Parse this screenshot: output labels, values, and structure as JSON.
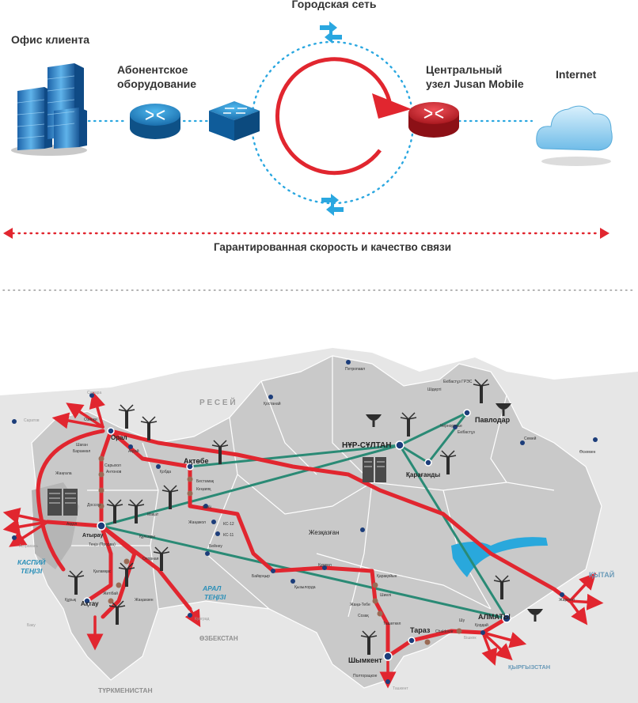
{
  "top": {
    "city_network": "Городская сеть",
    "client_office": "Офис клиента",
    "subscriber_eq_1": "Абонентское",
    "subscriber_eq_2": "оборудование",
    "central_node_1": "Центральный",
    "central_node_2": "узел  Jusan Mobile",
    "internet": "Internet",
    "guarantee": "Гарантированная скорость и качество связи"
  },
  "colors": {
    "red": "#e1262f",
    "teal": "#2a8a75",
    "blue": "#2aa7e0",
    "map_fill": "#c9c9c9",
    "map_dark": "#9e9e9e",
    "neighbor": "#e2e2e2"
  },
  "map": {
    "countries": {
      "russia": "Р Е С Е Й",
      "china": "ҚЫТАЙ",
      "kyrgyzstan": "ҚЫРҒЫЗСТАН",
      "uzbekistan": "ӨЗБЕКСТАН",
      "turkmenistan": "ТҮРКМЕНИСТАН"
    },
    "seas": {
      "caspian_1": "КАСПИЙ",
      "caspian_2": "ТЕҢІЗІ",
      "aral_1": "АРАЛ",
      "aral_2": "ТЕҢІЗІ"
    },
    "major_cities": {
      "nur_sultan": "НҰР-СҰЛТАН",
      "almaty": "АЛМАТЫ",
      "shymkent": "Шымкент",
      "taraz": "Тараз",
      "aktobe": "Ақтөбе",
      "atyrau": "Атырау",
      "aktau": "Ақтау",
      "oral": "Орал",
      "pavlodar": "Павлодар",
      "karaganda": "Қарағанды",
      "zhezkazgan": "Жезқазған"
    },
    "cities": {
      "petropavl": "Петропавл",
      "kostanai": "Қостанай",
      "semey": "Семей",
      "oskemen": "Өскемен",
      "samara": "Самара",
      "saratov": "Саратов",
      "astrakhan": "Астрахань",
      "baku": "Баку",
      "tashkent": "Ташкент",
      "bishkek": "Бішкек",
      "kungrad": "Кунград",
      "ozinki": "Озинки",
      "shagan": "Шаған",
      "barankol": "Баранкөл",
      "saryhol": "Сарыхол",
      "antonovo": "Антонов",
      "aksay": "Ақсай",
      "kobda": "Қобда",
      "zhangala": "Жаңғала",
      "bestamak": "Бестамақ",
      "kenkiyak": "Кеңкияқ",
      "embi": "Ембі",
      "zhanazhol": "Жаңажол",
      "ks12": "КС-12",
      "ks11": "КС-11",
      "beineu": "Бейнеу",
      "makat": "Мақат",
      "dossor": "Доссор",
      "kulsary": "Құлсары",
      "akkol": "Аққол",
      "tengiz": "Теңіз (Прорва)",
      "opornaya": "Опорная",
      "kalamkas": "Қаламқас",
      "zhetybai": "Жетібай",
      "kyzylorda": "Қызылорда",
      "baikonyr": "Байқоңыр",
      "kumkol": "Құмкөл",
      "karakoyin": "Қарақойын",
      "shieli": "Шиелі",
      "zhanatas": "Жаңатас",
      "sozak": "Созақ",
      "tashutkul": "Ташөткел",
      "shu": "Шу",
      "kordai": "Қордай",
      "zharkent": "Жаркент",
      "ekibastuz": "Екібастұз",
      "bayanaul": "Баянауыл",
      "shiderty": "Шідерті",
      "chernorechye": "Черноречье",
      "ekibastuz_gres": "Екібастұз ГРЭС",
      "zhuldyz": "Жұлдыз",
      "kurmangazy": "Құрманғазы",
      "mangistau": "Маңғыстау",
      "zhanaozen": "Жаңаөзен",
      "kyzylkum": "Қызылқұм",
      "kuryk": "Құрық",
      "baiterek": "Бәйтерек",
      "chaldovar": "Chaldovar",
      "poltoratskoe": "Полторацкое",
      "zhanatas2": "Жаңа-Тебе"
    }
  }
}
